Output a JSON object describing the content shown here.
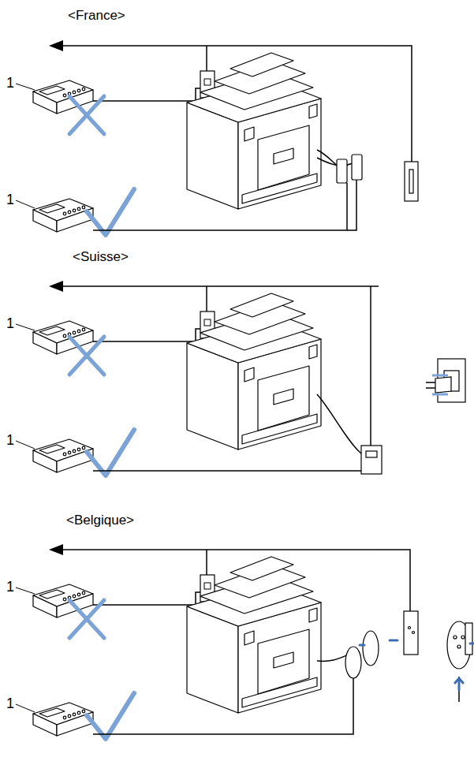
{
  "diagram": {
    "labels": [
      "<France>",
      "1",
      "1",
      "<Suisse>",
      "1",
      "1",
      "<Belgique>",
      "1",
      "1"
    ]
  }
}
